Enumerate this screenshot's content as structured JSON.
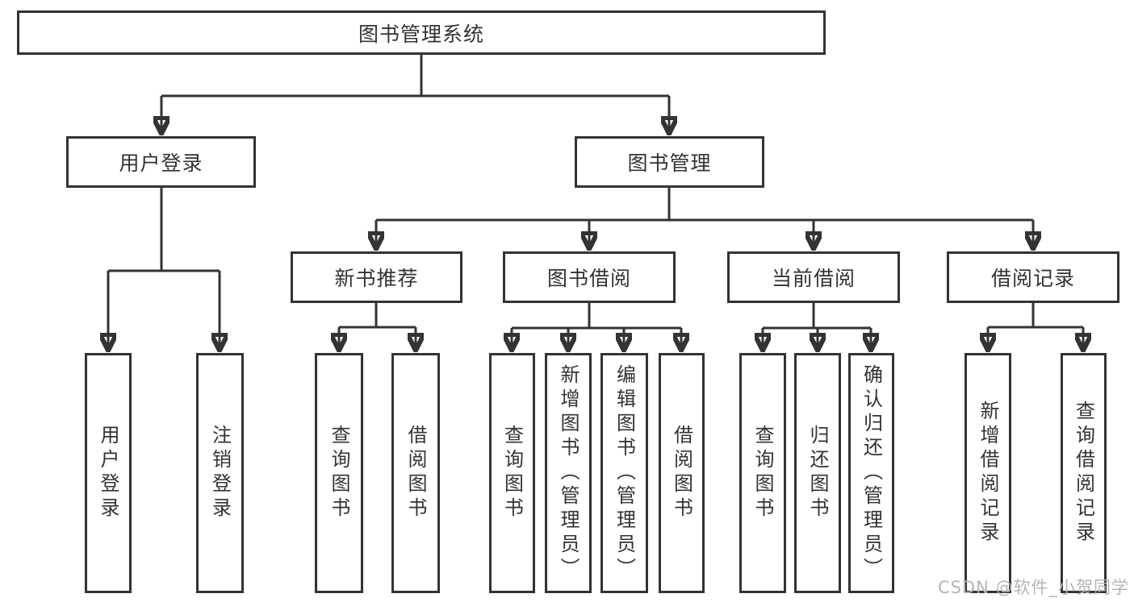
{
  "diagram_title": "图书管理系统",
  "tree": {
    "root": {
      "label": "图书管理系统"
    },
    "level1": [
      {
        "id": "user-login",
        "label": "用户登录"
      },
      {
        "id": "book-mgmt",
        "label": "图书管理"
      }
    ],
    "level2": [
      {
        "id": "new-book-rec",
        "label": "新书推荐",
        "parent": "图书管理"
      },
      {
        "id": "book-borrow",
        "label": "图书借阅",
        "parent": "图书管理"
      },
      {
        "id": "current-borrow",
        "label": "当前借阅",
        "parent": "图书管理"
      },
      {
        "id": "borrow-records",
        "label": "借阅记录",
        "parent": "图书管理"
      }
    ],
    "leaves": [
      {
        "label": "用户登录",
        "parent": "用户登录"
      },
      {
        "label": "注销登录",
        "parent": "用户登录"
      },
      {
        "label": "查询图书",
        "parent": "新书推荐"
      },
      {
        "label": "借阅图书",
        "parent": "新书推荐"
      },
      {
        "label": "查询图书",
        "parent": "图书借阅"
      },
      {
        "label": "新增图书（管理员）",
        "parent": "图书借阅"
      },
      {
        "label": "编辑图书（管理员）",
        "parent": "图书借阅"
      },
      {
        "label": "借阅图书",
        "parent": "图书借阅"
      },
      {
        "label": "查询图书",
        "parent": "当前借阅"
      },
      {
        "label": "归还图书",
        "parent": "当前借阅"
      },
      {
        "label": "确认归还（管理员）",
        "parent": "当前借阅"
      },
      {
        "label": "新增借阅记录",
        "parent": "借阅记录"
      },
      {
        "label": "查询借阅记录",
        "parent": "借阅记录"
      }
    ]
  },
  "watermark": {
    "text": "CSDN @软件_小贺同学"
  },
  "colors": {
    "line": "#333333",
    "text": "#333333",
    "background": "#ffffff",
    "watermark": "#b5b5b5"
  }
}
